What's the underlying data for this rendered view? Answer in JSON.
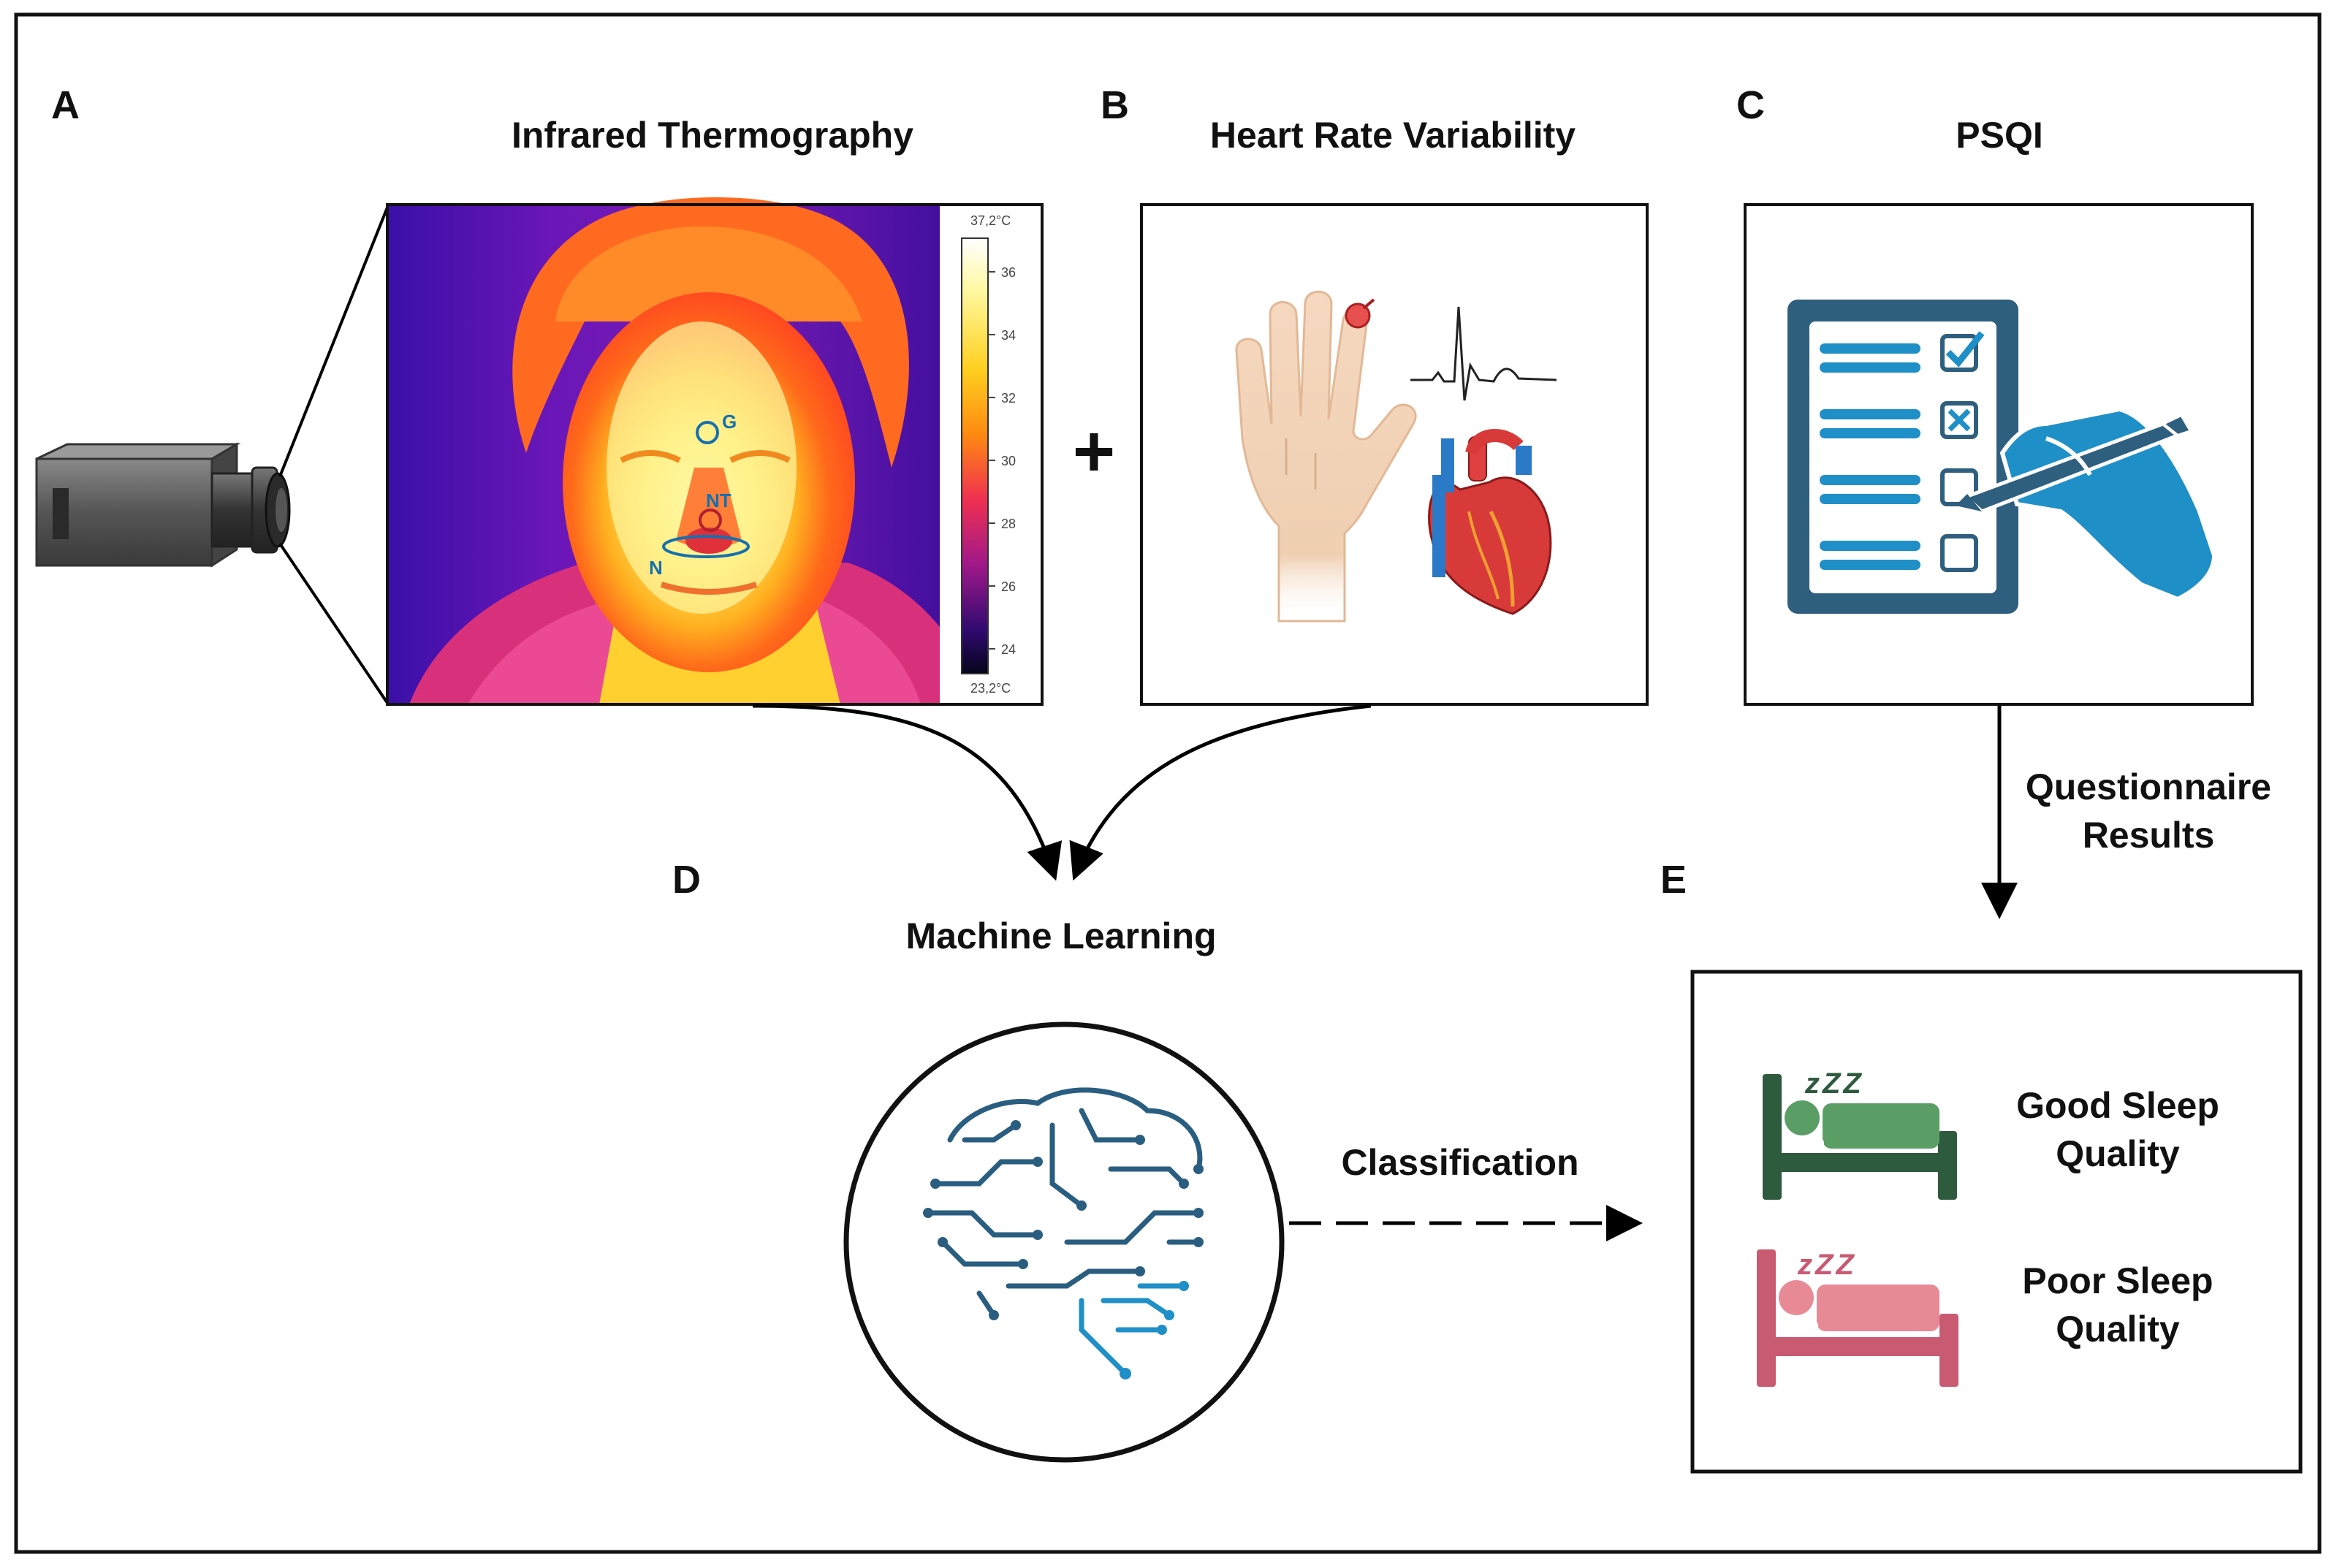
{
  "panels": {
    "a": {
      "letter": "A",
      "title": "Infrared Thermography"
    },
    "b": {
      "letter": "B",
      "title": "Heart Rate Variability"
    },
    "c": {
      "letter": "C",
      "title": "PSQI"
    },
    "d": {
      "letter": "D",
      "title": "Machine Learning"
    },
    "e": {
      "letter": "E"
    }
  },
  "plus_sign": "+",
  "thermal": {
    "scale_max": "37,2°C",
    "scale_min": "23,2°C",
    "ticks": [
      "36",
      "34",
      "32",
      "30",
      "28",
      "26",
      "24"
    ],
    "roi_labels": {
      "g": "G",
      "nt": "NT",
      "n": "N"
    }
  },
  "arrows": {
    "questionnaire_line1": "Questionnaire",
    "questionnaire_line2": "Results",
    "classification": "Classification"
  },
  "sleep": {
    "good_line1": "Good Sleep",
    "good_line2": "Quality",
    "poor_line1": "Poor Sleep",
    "poor_line2": "Quality",
    "zzz": "zZZ"
  },
  "colors": {
    "good": "#5a9e66",
    "good_dark": "#2e5a3e",
    "poor": "#e88a96",
    "poor_dark": "#c85a72",
    "psqi_dark": "#2f5f7f",
    "psqi_light": "#1f8fc8",
    "roi": "#1570b0"
  }
}
